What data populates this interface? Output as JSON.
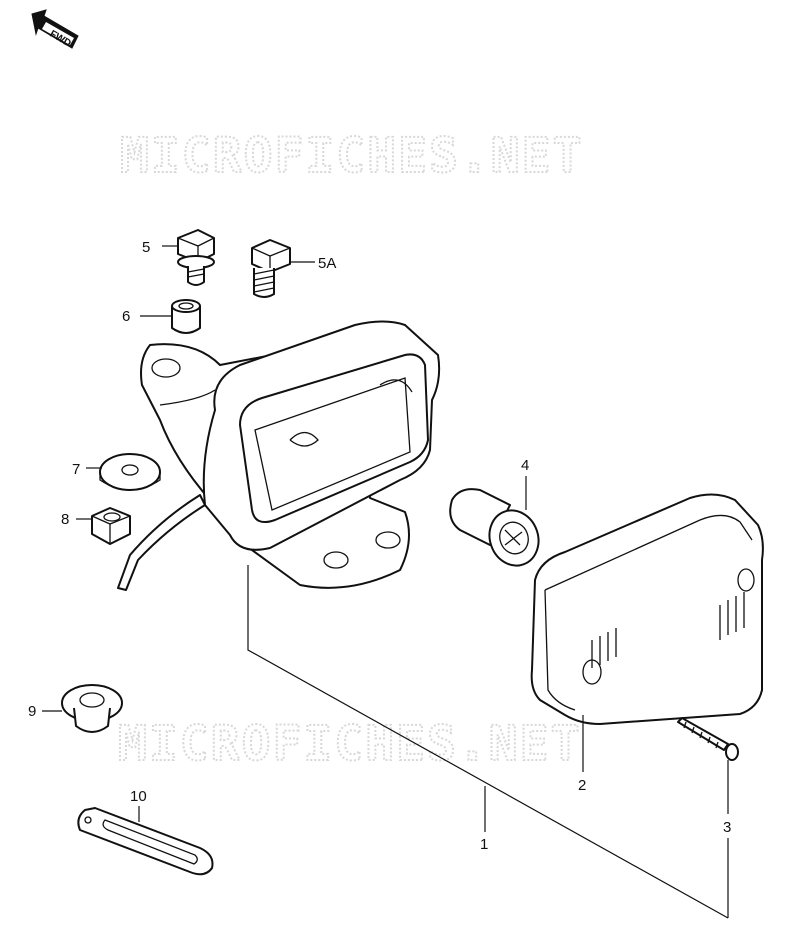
{
  "orientation": {
    "label": "FWD",
    "icon": "forward-arrow-icon"
  },
  "watermark": {
    "text": "MICROFICHES.NET",
    "color": "#d8d8d8"
  },
  "callouts": {
    "p1": "1",
    "p2": "2",
    "p3": "3",
    "p4": "4",
    "p5": "5",
    "p5a": "5A",
    "p6": "6",
    "p7": "7",
    "p8": "8",
    "p9": "9",
    "p10": "10"
  }
}
